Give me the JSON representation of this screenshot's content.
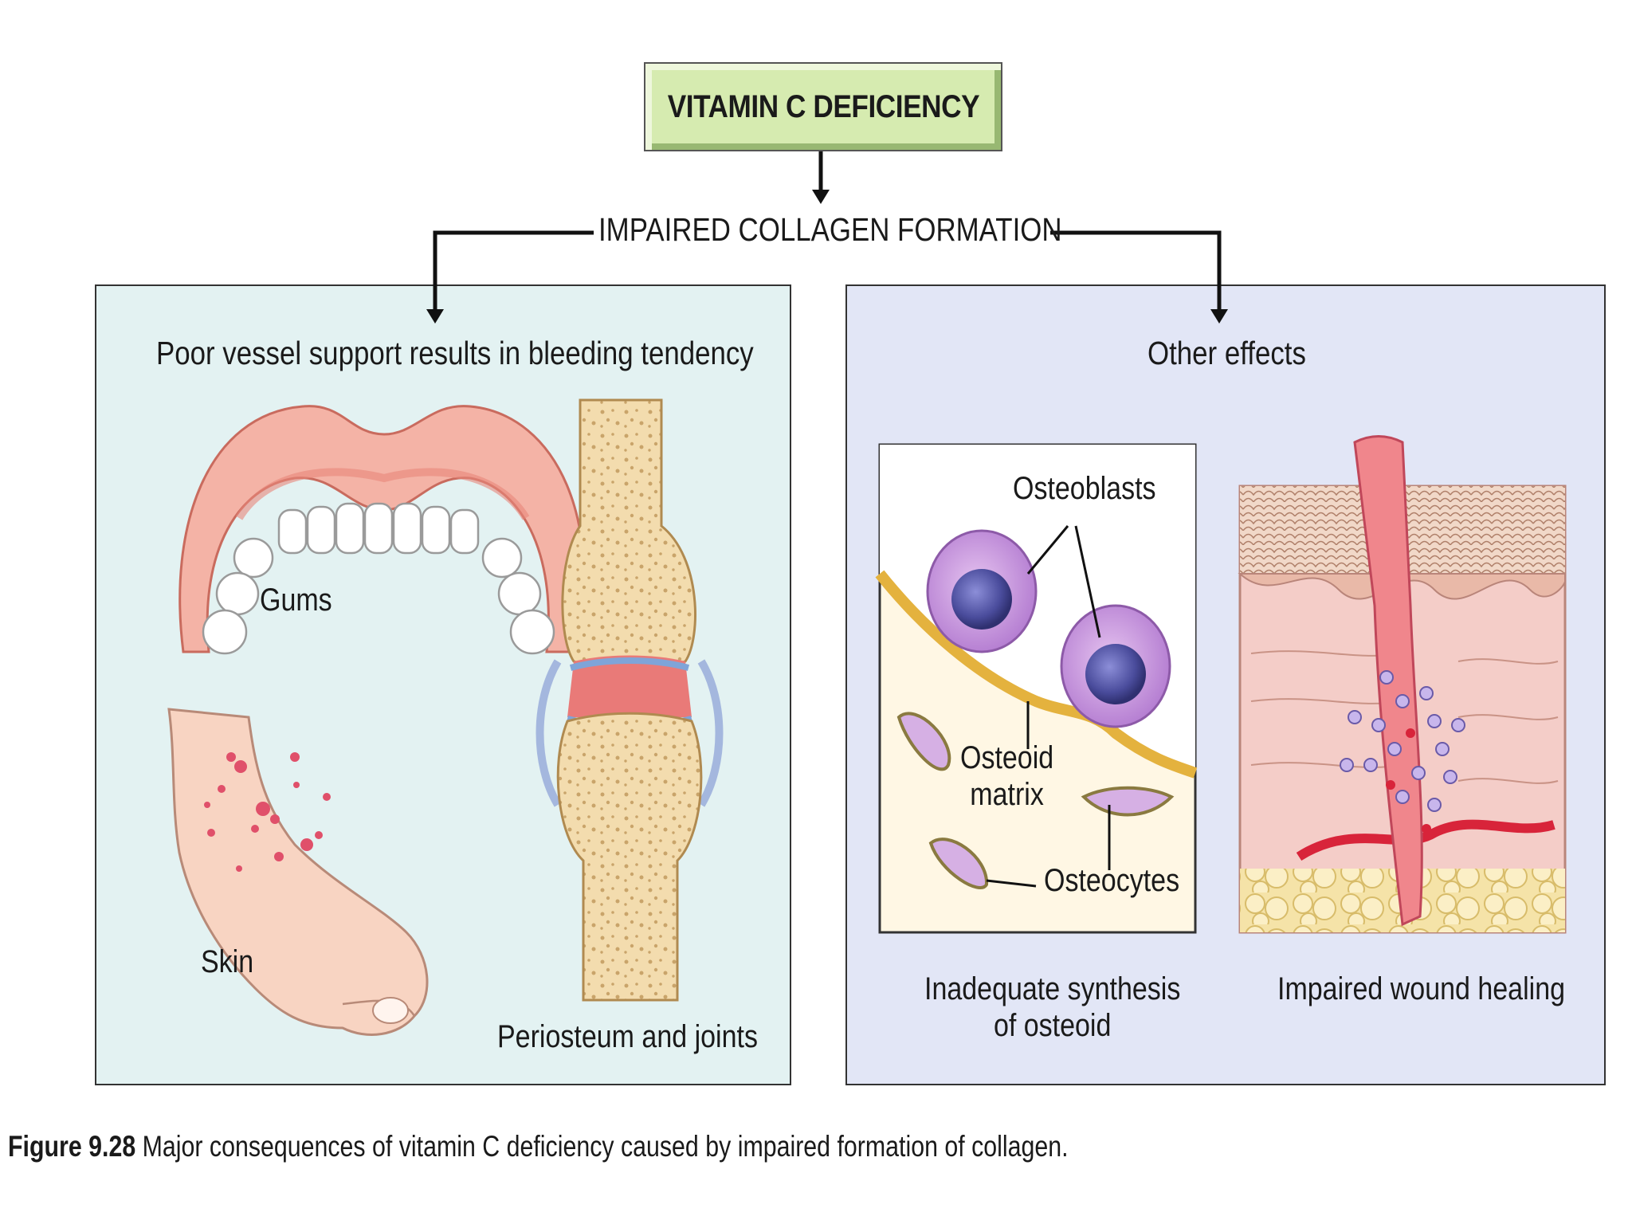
{
  "title": "VITAMIN C DEFICIENCY",
  "mechanism": "IMPAIRED COLLAGEN FORMATION",
  "left_panel": {
    "heading": "Poor vessel support results in bleeding tendency",
    "labels": {
      "gums": "Gums",
      "skin": "Skin",
      "periosteum": "Periosteum and joints"
    }
  },
  "right_panel": {
    "heading": "Other effects",
    "bone_labels": {
      "osteoblasts": "Osteoblasts",
      "osteoid_line1": "Osteoid",
      "osteoid_line2": "matrix",
      "osteocytes": "Osteocytes"
    },
    "captions": {
      "osteoid_line1": "Inadequate synthesis",
      "osteoid_line2": "of osteoid",
      "wound": "Impaired wound healing"
    }
  },
  "figure_caption": {
    "number": "Figure 9.28",
    "text": " Major consequences of vitamin C deficiency caused by impaired formation of collagen."
  },
  "colors": {
    "title_box": "#d6ebb0",
    "left_panel": "#e3f2f2",
    "right_panel": "#e2e6f6",
    "blood": "#d8243a",
    "bone": "#f3dcae",
    "cell_purple": "#b27ad0"
  }
}
